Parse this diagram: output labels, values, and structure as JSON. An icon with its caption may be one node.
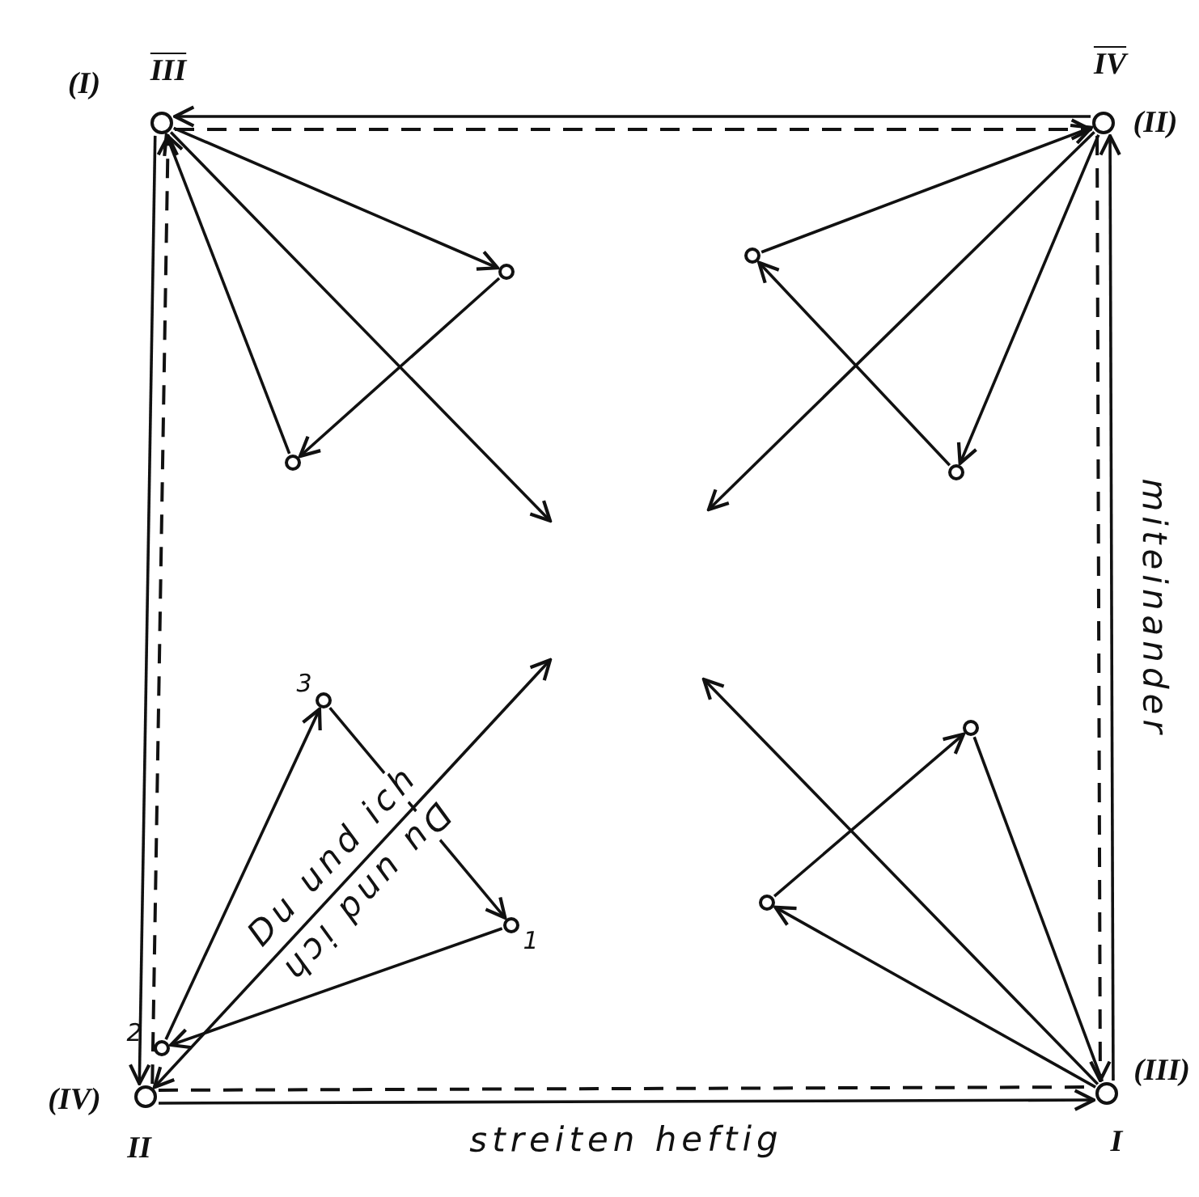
{
  "diagram": {
    "nodes": [
      {
        "text": [],
        "shape": "circle",
        "beside": [
          "III",
          "(I)"
        ]
      },
      {
        "text": [],
        "shape": "circle",
        "beside": [
          "IV",
          "(II)"
        ]
      },
      {
        "text": [],
        "shape": "circle"
      },
      {
        "text": [],
        "shape": "circle"
      },
      {
        "text": [],
        "shape": "circle"
      },
      {
        "text": [],
        "shape": "circle"
      },
      {
        "text": [],
        "shape": "circle",
        "beside": [
          "3"
        ]
      },
      {
        "text": [],
        "shape": "circle"
      },
      {
        "text": [],
        "shape": "circle"
      },
      {
        "text": [],
        "shape": "circle",
        "beside": [
          "1"
        ]
      },
      {
        "text": [],
        "shape": "circle",
        "beside": [
          "2"
        ]
      },
      {
        "text": [],
        "shape": "circle",
        "beside": [
          "(IV)",
          "II"
        ]
      },
      {
        "text": [],
        "shape": "circle",
        "beside": [
          "(III)",
          "I"
        ]
      }
    ],
    "edges": [
      {
        "from": 1,
        "to": 0,
        "arrow": "to"
      },
      {
        "from": 0,
        "to": 1,
        "arrow": "to",
        "style": "dashed"
      },
      {
        "from": 0,
        "to": 11,
        "arrow": "to"
      },
      {
        "from": 11,
        "to": 0,
        "arrow": "to",
        "style": "dashed"
      },
      {
        "from": 11,
        "to": 12,
        "arrow": "to",
        "label": "streiten heftig"
      },
      {
        "from": 11,
        "to": 12,
        "arrow": "none",
        "style": "dashed"
      },
      {
        "from": 12,
        "to": 1,
        "arrow": "to",
        "label": "miteinander"
      },
      {
        "from": 1,
        "to": 12,
        "arrow": "to",
        "style": "dashed"
      },
      {
        "from": 0,
        "to": 2,
        "arrow": "to"
      },
      {
        "from": 2,
        "to": 4,
        "arrow": "to"
      },
      {
        "from": 4,
        "to": 0,
        "arrow": "to"
      },
      {
        "from": 0,
        "to": null,
        "arrow": "to"
      },
      {
        "from": 3,
        "to": 1,
        "arrow": "to"
      },
      {
        "from": 1,
        "to": 5,
        "arrow": "to"
      },
      {
        "from": 5,
        "to": 3,
        "arrow": "to"
      },
      {
        "from": 1,
        "to": null,
        "arrow": "to"
      },
      {
        "from": 10,
        "to": 6,
        "arrow": "to"
      },
      {
        "from": 6,
        "to": 9,
        "arrow": "to"
      },
      {
        "from": 9,
        "to": 10,
        "arrow": "to"
      },
      {
        "from": 11,
        "to": null,
        "arrow": "both",
        "label": "Du und ich"
      },
      {
        "from": 12,
        "to": 8,
        "arrow": "to"
      },
      {
        "from": 8,
        "to": 7,
        "arrow": "to"
      },
      {
        "from": 7,
        "to": 12,
        "arrow": "none"
      },
      {
        "from": 12,
        "to": null,
        "arrow": "to"
      }
    ],
    "labels": [
      "Du und ich"
    ]
  }
}
